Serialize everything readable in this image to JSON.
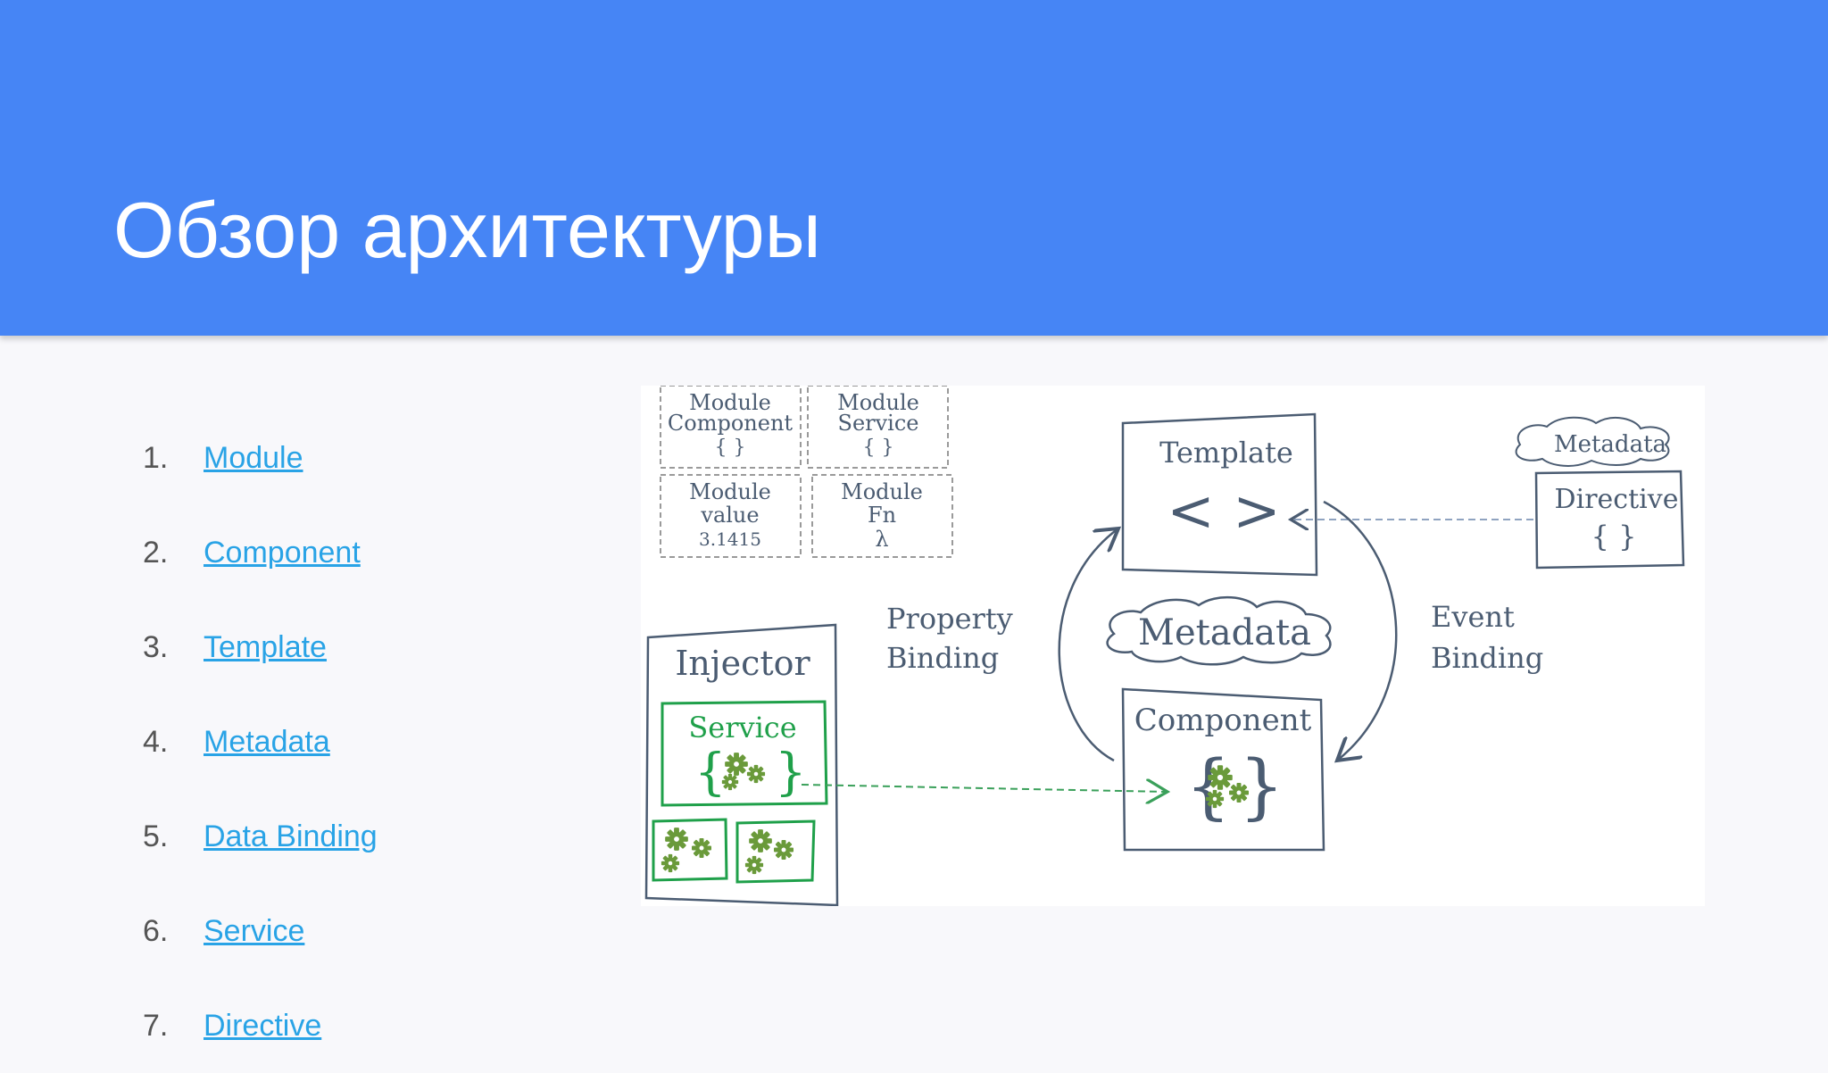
{
  "slide": {
    "title": "Обзор архитектуры"
  },
  "list": {
    "items": [
      {
        "num": "1.",
        "label": "Module"
      },
      {
        "num": "2.",
        "label": "Component"
      },
      {
        "num": "3.",
        "label": "Template"
      },
      {
        "num": "4.",
        "label": "Metadata"
      },
      {
        "num": "5.",
        "label": "Data Binding"
      },
      {
        "num": "6.",
        "label": "Service"
      },
      {
        "num": "7.",
        "label": "Directive"
      }
    ]
  },
  "diagram": {
    "modules": {
      "component_title": "Module",
      "component_sub": "Component",
      "component_sym": "{ }",
      "service_title": "Module",
      "service_sub": "Service",
      "service_sym": "{ }",
      "value_title": "Module",
      "value_sub": "value",
      "value_sym": "3.1415",
      "fn_title": "Module",
      "fn_sub": "Fn",
      "fn_sym": "λ"
    },
    "template_label": "Template",
    "template_sym": "< >",
    "directive_metadata": "Metadata",
    "directive_label": "Directive",
    "directive_sym": "{ }",
    "center_metadata": "Metadata",
    "property_binding_1": "Property",
    "property_binding_2": "Binding",
    "event_binding_1": "Event",
    "event_binding_2": "Binding",
    "component_label": "Component",
    "injector_label": "Injector",
    "service_label": "Service"
  },
  "colors": {
    "header": "#4685f5",
    "link": "#29a3e6",
    "ink": "#4b5c72",
    "green": "#1fa04a",
    "gear": "#6a9a3a"
  }
}
